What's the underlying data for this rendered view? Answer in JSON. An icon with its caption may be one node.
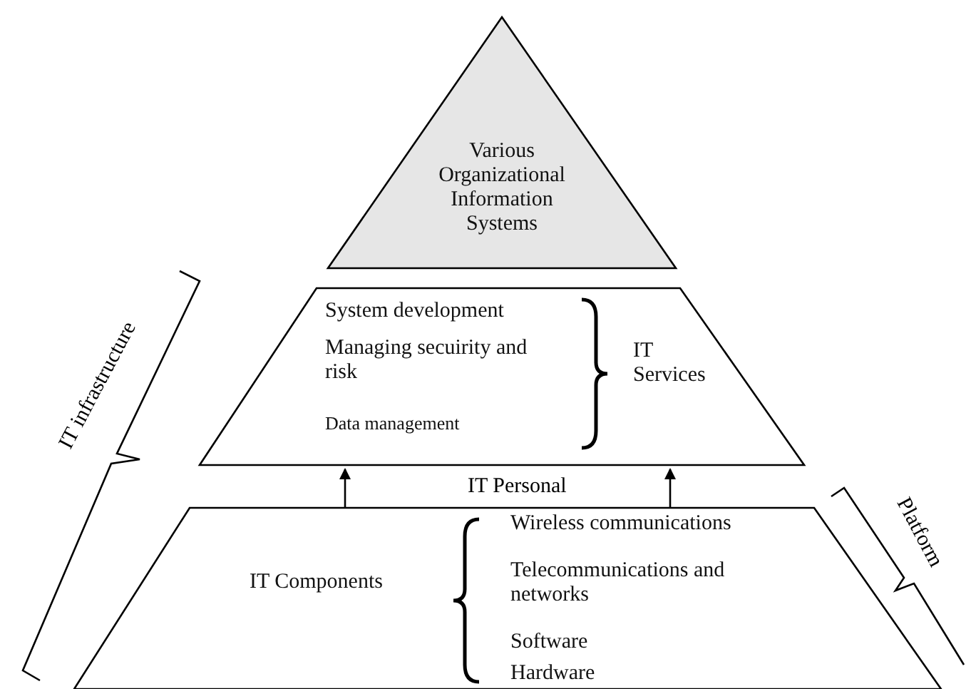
{
  "diagram": {
    "nodes": [
      {
        "text": [
          "Various Organizational Information Systems"
        ]
      },
      {
        "text": [
          "System development",
          "Managing secuirity and risk",
          "Data management",
          "IT Services"
        ]
      },
      {
        "text": [
          "IT Components",
          "Wireless communications",
          "Telecommunications and networks",
          "Software",
          "Hardware"
        ]
      }
    ],
    "edges": [
      {
        "from": 2,
        "to": 1,
        "arrow": "to"
      },
      {
        "from": 2,
        "to": 1,
        "arrow": "to"
      }
    ],
    "labels": [
      "IT infrastructure",
      "IT Personal",
      "Platform"
    ]
  }
}
